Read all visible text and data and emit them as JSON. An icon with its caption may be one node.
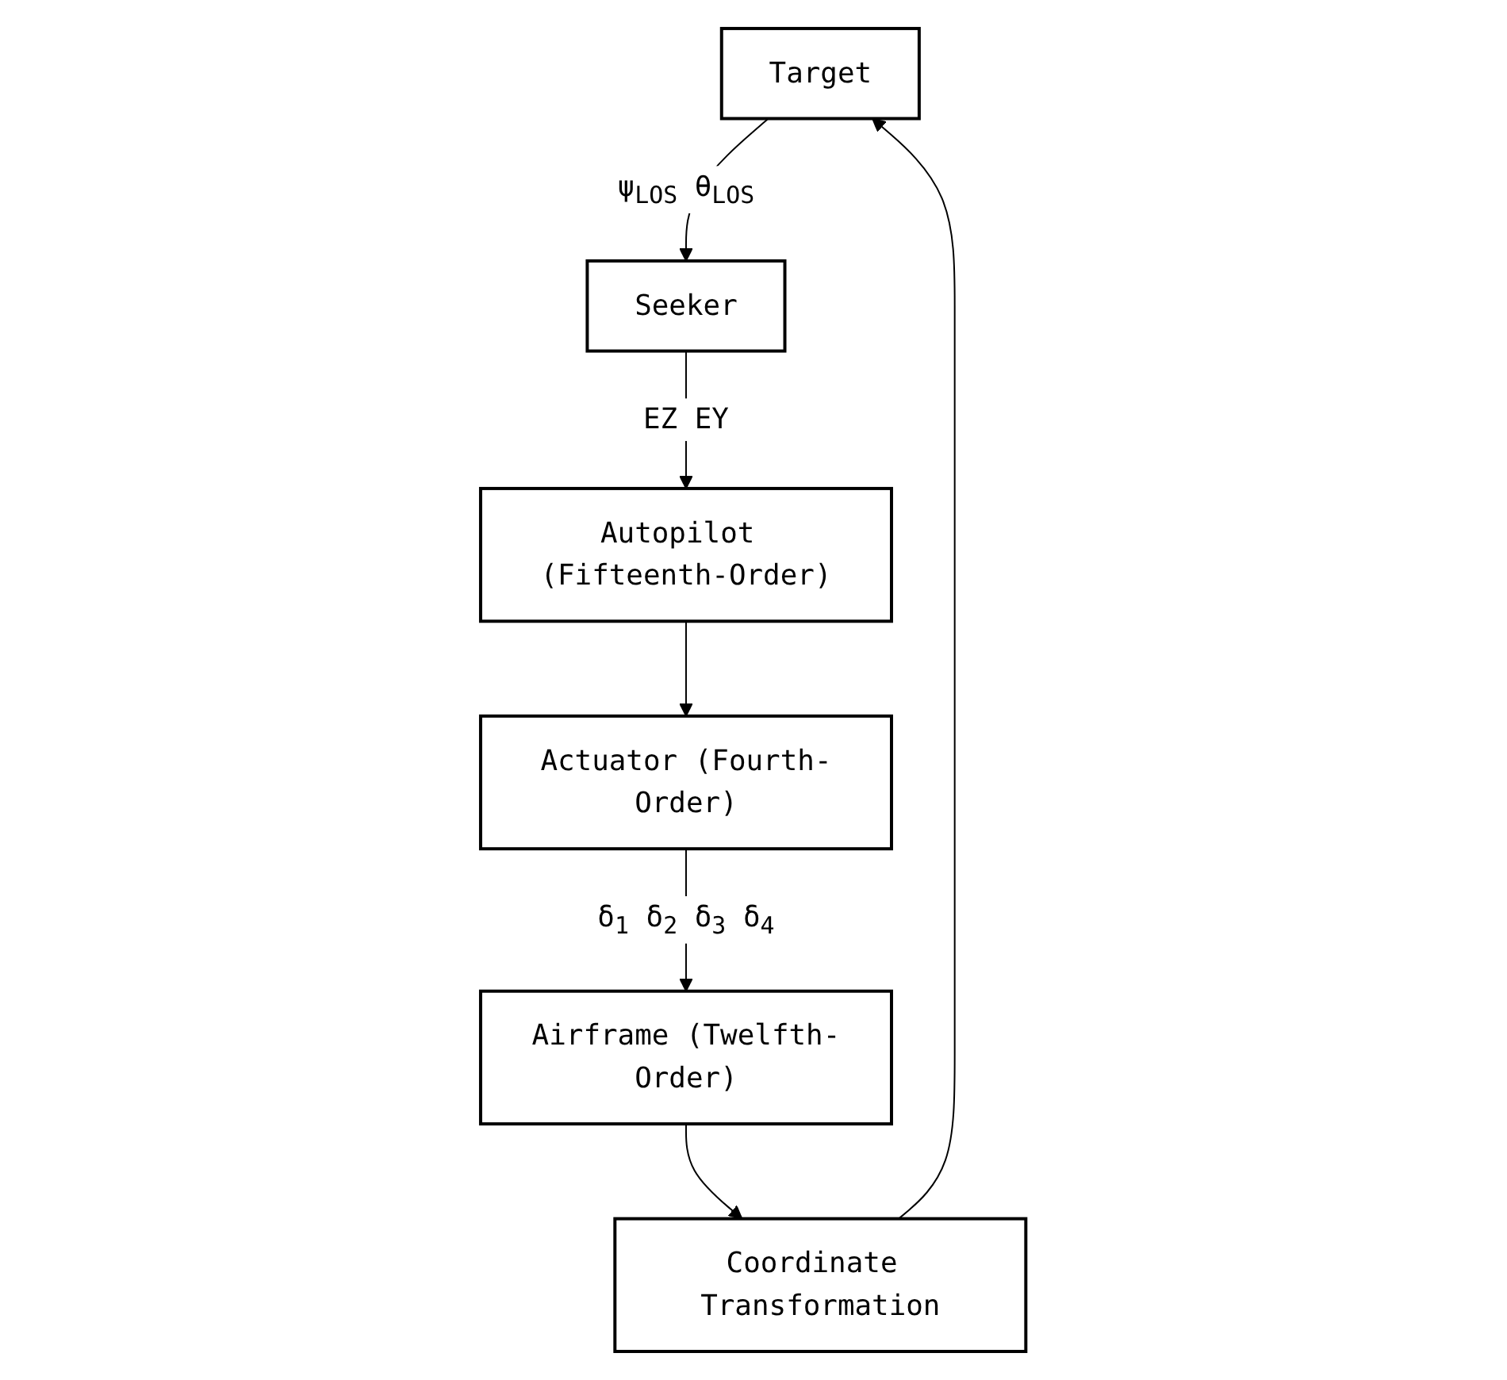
{
  "diagram": {
    "nodes": [
      {
        "text": [
          "Target"
        ]
      },
      {
        "text": [
          "Seeker"
        ]
      },
      {
        "text": [
          "Autopilot (Fifteenth-Order)"
        ]
      },
      {
        "text": [
          "Actuator (Fourth-Order)"
        ]
      },
      {
        "text": [
          "Airframe (Twelfth-Order)"
        ]
      },
      {
        "text": [
          "Coordinate Transformation"
        ]
      }
    ],
    "edges": [
      {
        "from": 0,
        "to": 1,
        "arrow": "to",
        "label": "ψ$_{LOS}$ θ$_{LOS}$"
      },
      {
        "from": 1,
        "to": 2,
        "arrow": "to",
        "label": "EZ EY"
      },
      {
        "from": 2,
        "to": 3,
        "arrow": "to"
      },
      {
        "from": 3,
        "to": 4,
        "arrow": "to",
        "label": "δ$_{1}$ δ$_{2}$ δ$_{3}$ δ$_{4}$"
      },
      {
        "from": 4,
        "to": 5,
        "arrow": "to"
      },
      {
        "from": 5,
        "to": 0,
        "arrow": "to"
      }
    ]
  }
}
